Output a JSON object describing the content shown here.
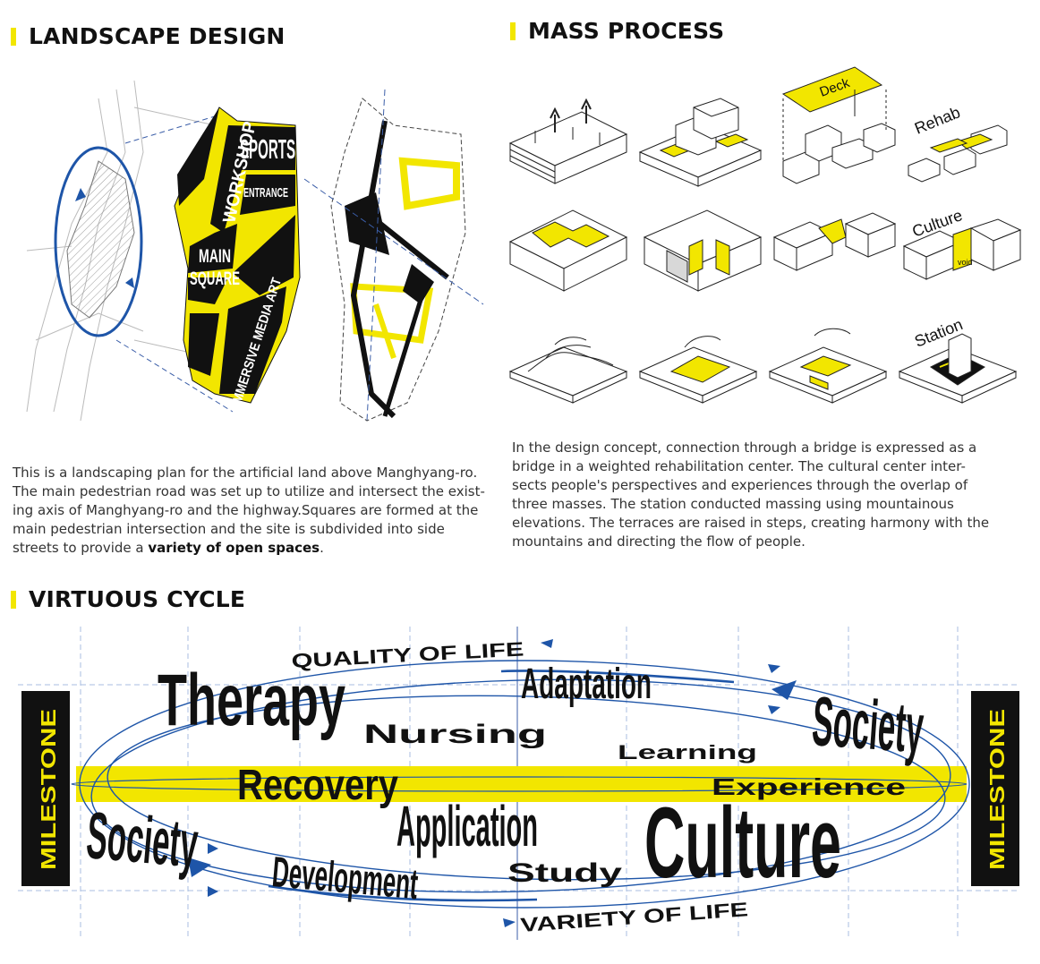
{
  "colors": {
    "accent": "#f2e600",
    "ink": "#111111",
    "blue": "#1e55a8",
    "guide": "#9bb1d6"
  },
  "landscape": {
    "title": "LANDSCAPE DESIGN",
    "labels": {
      "sports": "SPORTS",
      "entrance": "ENTRANCE",
      "workshop": "WORKSHOP",
      "main": "MAIN",
      "square": "SQUARE",
      "immersive": "IMMERSIVE MEDIA ART"
    },
    "description": {
      "line1": "This is a landscaping plan for the artificial land above Manghyang-ro.",
      "line2": "The main pedestrian road was set up to utilize and intersect the exist-",
      "line3": "ing axis of Manghyang-ro and the highway.Squares are formed at the",
      "line4": "main pedestrian intersection and the site is subdivided into side",
      "line5_pre": "streets to provide a ",
      "line5_bold": "variety of open spaces",
      "line5_post": "."
    }
  },
  "mass": {
    "title": "MASS PROCESS",
    "labels": {
      "deck": "Deck",
      "rehab": "Rehab",
      "culture": "Culture",
      "void": "void",
      "station": "Station"
    },
    "description": {
      "line1": "In the design concept, connection through a bridge is expressed as a",
      "line2": "bridge in a weighted rehabilitation center. The cultural center inter-",
      "line3": "sects people's perspectives and experiences through the overlap of",
      "line4": "three masses. The station conducted massing using mountainous",
      "line5": "elevations. The terraces are raised in steps, creating harmony with the",
      "line6": "mountains and directing the flow of people."
    }
  },
  "cycle": {
    "title": "VIRTUOUS CYCLE",
    "milestone_left": "MILESTONE",
    "milestone_right": "MILESTONE",
    "quality": "QUALITY OF LIFE",
    "variety": "VARIETY OF LIFE",
    "words": {
      "therapy": "Therapy",
      "adaptation": "Adaptation",
      "nursing": "Nursing",
      "society_top": "Society",
      "learning": "Learning",
      "recovery": "Recovery",
      "experience": "Experience",
      "society_left": "Society",
      "application": "Application",
      "culture": "Culture",
      "development": "Development",
      "study": "Study"
    }
  }
}
